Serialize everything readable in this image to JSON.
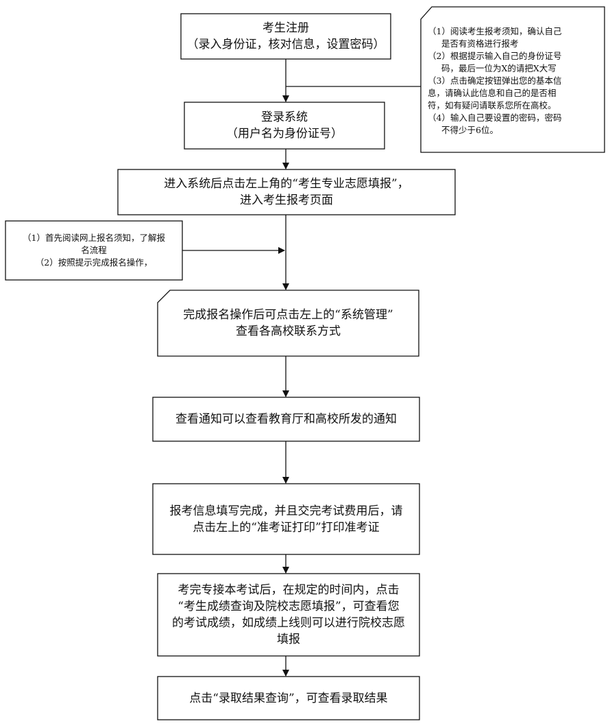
{
  "flow": {
    "steps": [
      {
        "lines": [
          "考生注册",
          "（录入身份证，核对信息，设置密码）"
        ]
      },
      {
        "lines": [
          "登录系统",
          "（用户名为身份证号）"
        ]
      },
      {
        "lines": [
          "进入系统后点击左上角的“考生专业志愿填报”，",
          "进入考生报考页面"
        ]
      },
      {
        "lines": [
          "完成报名操作后可点击左上的“系统管理”",
          "查看各高校联系方式"
        ]
      },
      {
        "lines": [
          "查看通知可以查看教育厅和高校所发的通知"
        ]
      },
      {
        "lines": [
          "报考信息填写完成，并且交完考试费用后，请",
          "点击左上的“准考证打印”打印准考证"
        ]
      },
      {
        "lines": [
          "考完专接本考试后，在规定的时间内，点击",
          "“考生成绩查询及院校志愿填报”，可查看您",
          "的考试成绩，如成绩上线则可以进行院校志愿",
          "填报"
        ]
      },
      {
        "lines": [
          "点击“录取结果查询”，可查看录取结果"
        ]
      }
    ]
  },
  "notes": {
    "right": {
      "lines": [
        "（1）阅读考生报考须知，确认自己",
        "是否有资格进行报考",
        "（2）根据提示输入自己的身份证号",
        "码，最后一位为X的请把X大写",
        "（3）点击确定按钮弹出您的基本信",
        "息，请确认此信息和自己的是否相",
        "符，如有疑问请联系您所在高校。",
        "（4）输入自己要设置的密码，密码",
        "不得少于6位。"
      ]
    },
    "left": {
      "lines": [
        "（1）首先阅读网上报名须知，了解报",
        "名流程",
        "（2）按照提示完成报名操作，"
      ]
    }
  },
  "colors": {
    "stroke": "#111111",
    "text": "#111111"
  }
}
